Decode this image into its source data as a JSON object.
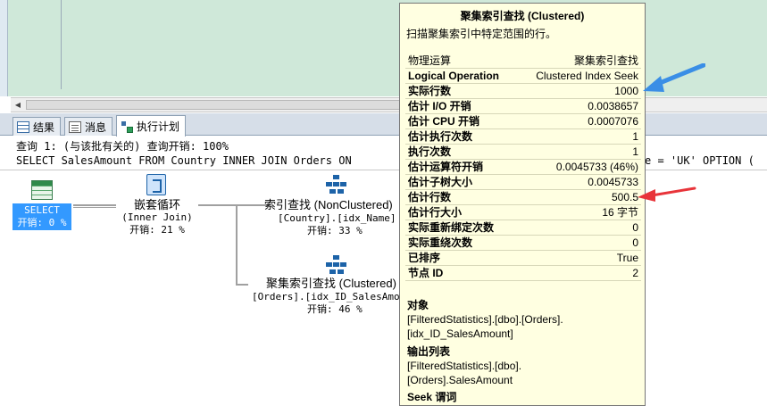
{
  "tabs": [
    {
      "label": "结果",
      "icon": "grid-icon"
    },
    {
      "label": "消息",
      "icon": "message-icon"
    },
    {
      "label": "执行计划",
      "icon": "execution-plan-icon"
    }
  ],
  "query": {
    "header": "查询 1: (与该批有关的) 查询开销: 100%",
    "sql": "SELECT SalesAmount FROM Country INNER JOIN Orders ON",
    "sql_tail": "e = 'UK' OPTION ("
  },
  "plan": {
    "select_node": {
      "name": "SELECT",
      "cost": "开销: 0 %"
    },
    "nested_loop": {
      "name": "嵌套循环",
      "sub": "(Inner Join)",
      "cost": "开销: 21 %"
    },
    "index_seek": {
      "name": "索引查找 (NonClustered)",
      "object": "[Country].[idx_Name]",
      "cost": "开销: 33 %"
    },
    "clustered_seek": {
      "name": "聚集索引查找 (Clustered)",
      "object": "[Orders].[idx_ID_SalesAmou",
      "cost": "开销: 46 %"
    }
  },
  "tooltip": {
    "title": "聚集索引查找 (Clustered)",
    "description": "扫描聚集索引中特定范围的行。",
    "rows": [
      {
        "key": "物理运算",
        "value": "聚集索引查找"
      },
      {
        "key": "Logical Operation",
        "value": "Clustered Index Seek"
      },
      {
        "key": "实际行数",
        "value": "1000"
      },
      {
        "key": "估计 I/O 开销",
        "value": "0.0038657"
      },
      {
        "key": "估计 CPU 开销",
        "value": "0.0007076"
      },
      {
        "key": "估计执行次数",
        "value": "1"
      },
      {
        "key": "执行次数",
        "value": "1"
      },
      {
        "key": "估计运算符开销",
        "value": "0.0045733 (46%)"
      },
      {
        "key": "估计子树大小",
        "value": "0.0045733"
      },
      {
        "key": "估计行数",
        "value": "500.5"
      },
      {
        "key": "估计行大小",
        "value": "16 字节"
      },
      {
        "key": "实际重新绑定次数",
        "value": "0"
      },
      {
        "key": "实际重绕次数",
        "value": "0"
      },
      {
        "key": "已排序",
        "value": "True"
      },
      {
        "key": "节点 ID",
        "value": "2"
      }
    ],
    "object_heading": "对象",
    "object_line1": "[FilteredStatistics].[dbo].[Orders].",
    "object_line2": "[idx_ID_SalesAmount]",
    "output_heading": "输出列表",
    "output_line1": "[FilteredStatistics].[dbo].",
    "output_line2": "[Orders].SalesAmount",
    "seek_heading": "Seek 谓词"
  },
  "colors": {
    "editor_background": "#cfe8d9",
    "selected_node": "#3399ff",
    "tooltip_background": "#ffffe1",
    "annotation_blue": "#3a8ee6",
    "annotation_red": "#e8343a"
  }
}
